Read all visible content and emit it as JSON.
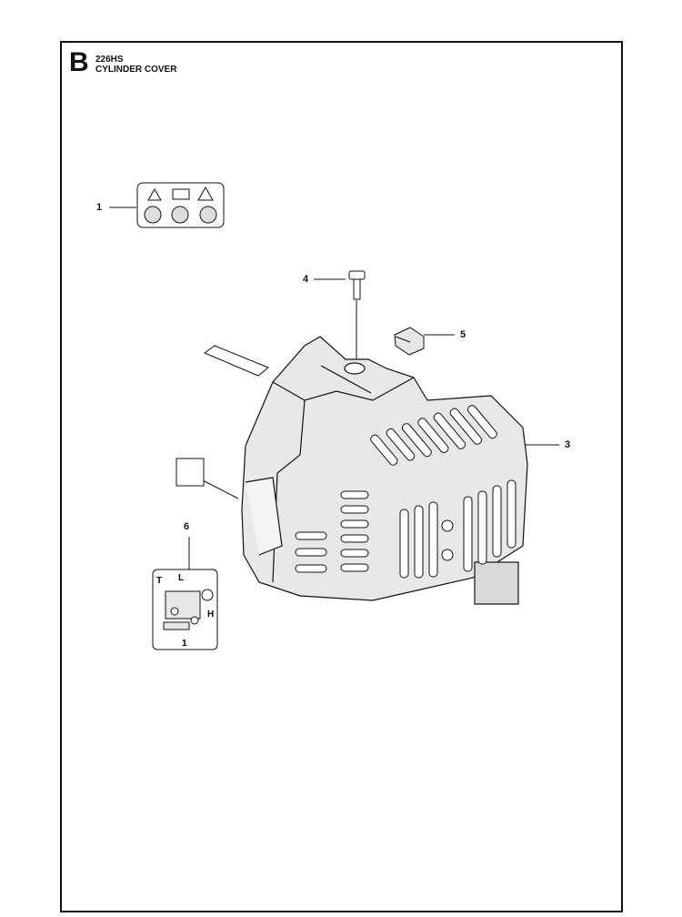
{
  "header": {
    "section_letter": "B",
    "model": "226HS",
    "title": "CYLINDER COVER"
  },
  "callouts": [
    {
      "id": "1",
      "label": "1"
    },
    {
      "id": "3",
      "label": "3"
    },
    {
      "id": "4",
      "label": "4"
    },
    {
      "id": "5",
      "label": "5"
    },
    {
      "id": "6",
      "label": "6"
    }
  ],
  "carb_label": {
    "t": "T",
    "l": "L",
    "h": "H",
    "one": "1"
  },
  "colors": {
    "line": "#111111",
    "fill_dark": "#d9d9d9",
    "fill_light": "#eeeeee"
  }
}
